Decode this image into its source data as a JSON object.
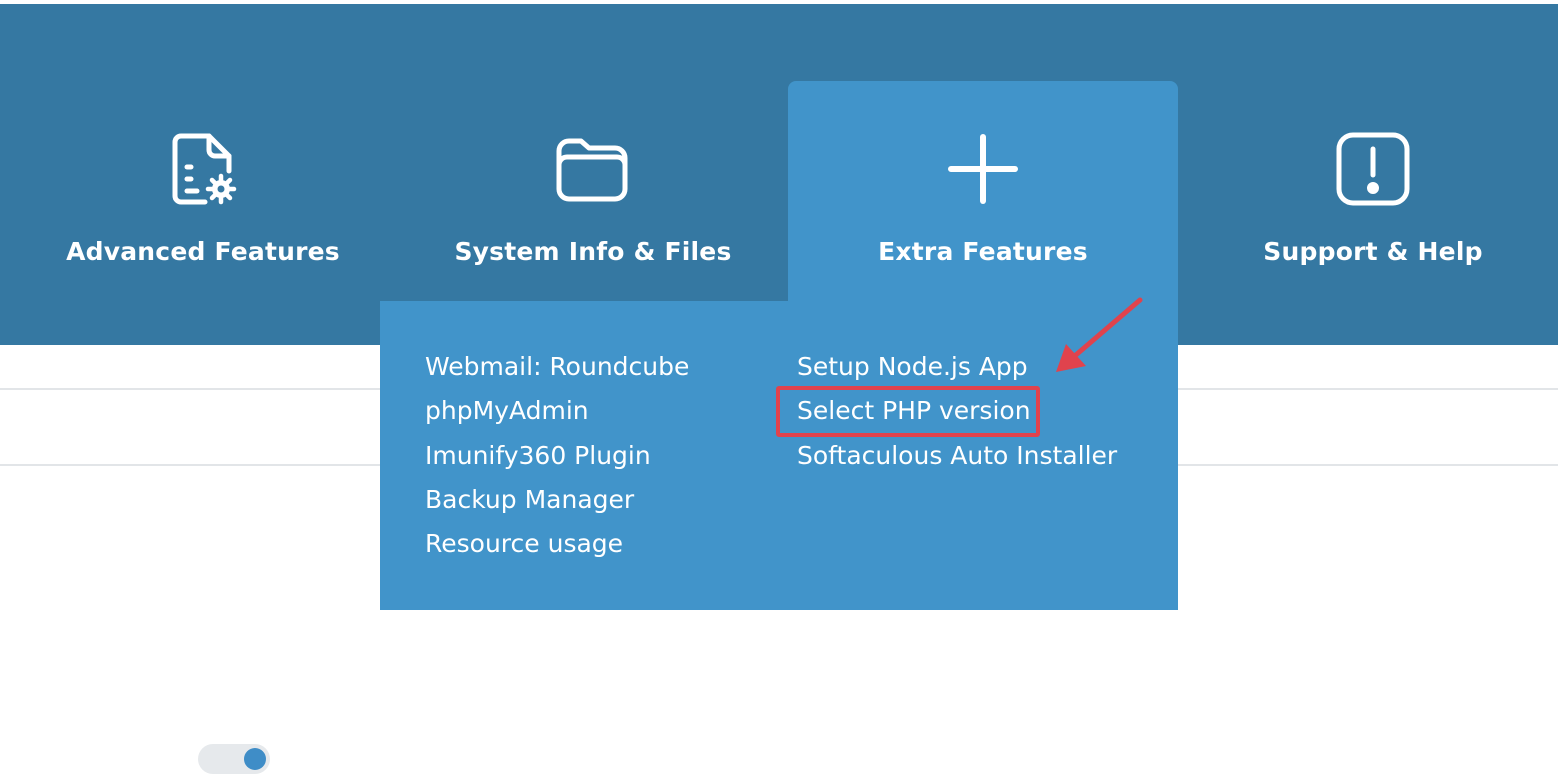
{
  "nav": {
    "items": [
      {
        "label": "Advanced Features",
        "icon": "file-settings-icon"
      },
      {
        "label": "System Info & Files",
        "icon": "folder-icon"
      },
      {
        "label": "Extra Features",
        "icon": "plus-icon",
        "active": true
      },
      {
        "label": "Support & Help",
        "icon": "alert-icon"
      }
    ]
  },
  "dropdown": {
    "col1": [
      "Webmail: Roundcube",
      "phpMyAdmin",
      "Imunify360 Plugin",
      "Backup Manager",
      "Resource usage"
    ],
    "col2": [
      "Setup Node.js App",
      "Select PHP version",
      "Softaculous Auto Installer"
    ]
  },
  "annotation": {
    "highlighted_item": "Select PHP version",
    "color": "#e0434d"
  },
  "colors": {
    "header_bg": "#3578a2",
    "active_bg": "#4194ca"
  }
}
